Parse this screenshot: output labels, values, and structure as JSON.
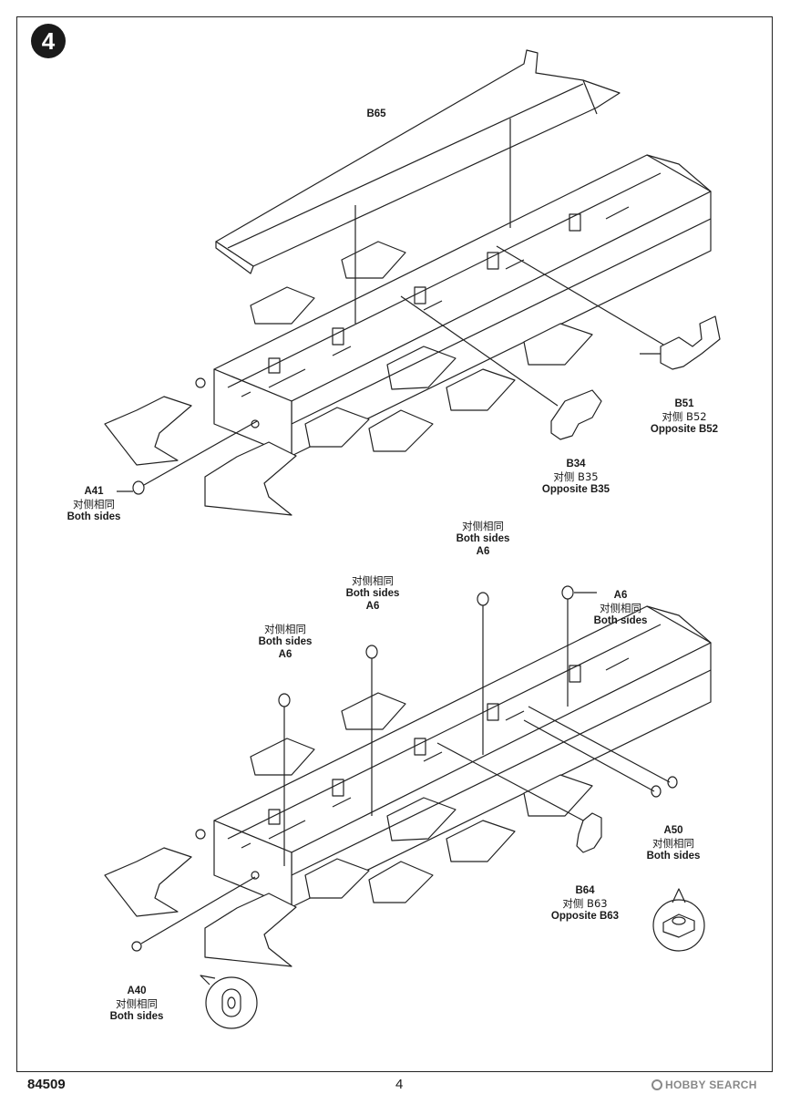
{
  "step": {
    "number": "4"
  },
  "labels": {
    "b65": {
      "code": "B65"
    },
    "b51": {
      "code": "B51",
      "cn": "对侧 B52",
      "en": "Opposite B52"
    },
    "b34": {
      "code": "B34",
      "cn": "对侧 B35",
      "en": "Opposite B35"
    },
    "a41": {
      "code": "A41",
      "cn": "对侧相同",
      "en": "Both sides"
    },
    "a6_1": {
      "cn": "对侧相同",
      "en": "Both sides",
      "code": "A6"
    },
    "a6_2": {
      "cn": "对侧相同",
      "en": "Both sides",
      "code": "A6"
    },
    "a6_3": {
      "cn": "对侧相同",
      "en": "Both sides",
      "code": "A6"
    },
    "a6_4": {
      "code": "A6",
      "cn": "对侧相同",
      "en": "Both sides"
    },
    "a50": {
      "code": "A50",
      "cn": "对侧相同",
      "en": "Both sides"
    },
    "b64": {
      "code": "B64",
      "cn": "对侧 B63",
      "en": "Opposite B63"
    },
    "a40": {
      "code": "A40",
      "cn": "对侧相同",
      "en": "Both sides"
    }
  },
  "footer": {
    "code": "84509",
    "page": "4"
  },
  "watermark": {
    "text": "HOBBY SEARCH"
  }
}
